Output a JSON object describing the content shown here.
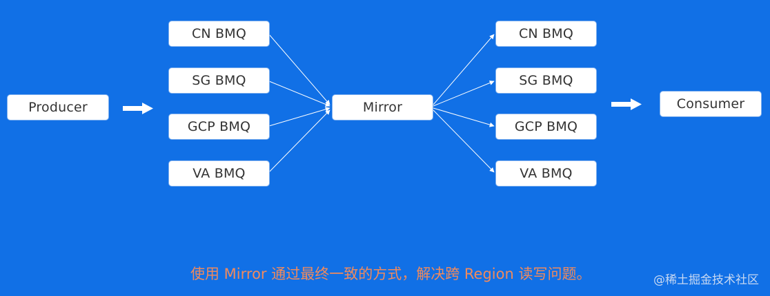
{
  "nodes": {
    "producer": "Producer",
    "left_queues": [
      "CN BMQ",
      "SG BMQ",
      "GCP BMQ",
      "VA BMQ"
    ],
    "mirror": "Mirror",
    "right_queues": [
      "CN BMQ",
      "SG BMQ",
      "GCP BMQ",
      "VA BMQ"
    ],
    "consumer": "Consumer"
  },
  "caption": "使用 Mirror 通过最终一致的方式，解决跨 Region 读写问题。",
  "watermark": "@稀土掘金技术社区",
  "colors": {
    "background": "#1170e6",
    "node_fill": "#ffffff",
    "node_text": "#333333",
    "edge": "#ffffff",
    "caption": "#f08a5d"
  }
}
